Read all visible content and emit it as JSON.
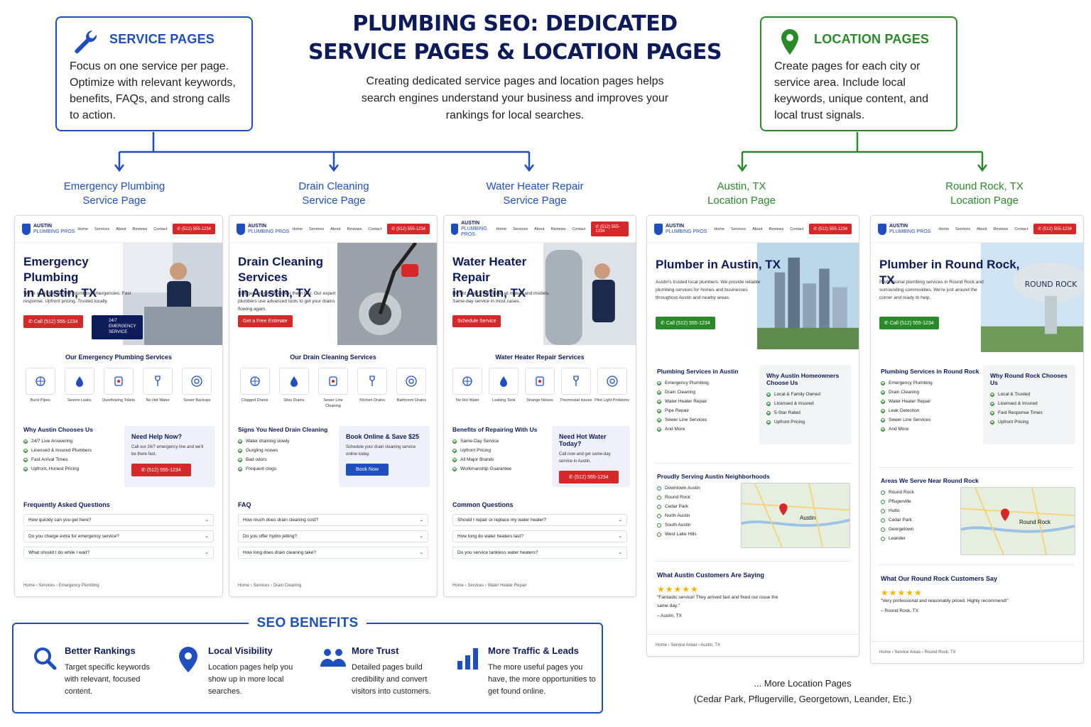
{
  "title": "PLUMBING SEO: DEDICATED SERVICE PAGES & LOCATION PAGES",
  "title_line1": "PLUMBING SEO: DEDICATED",
  "title_line2": "SERVICE PAGES & LOCATION PAGES",
  "subtitle": "Creating dedicated service pages and location pages helps search engines understand your business and improves your rankings for local searches.",
  "colors": {
    "blue": "#1f4fbf",
    "green": "#2a8a2a",
    "navy": "#0d1b5a",
    "red": "#d62828"
  },
  "service_box": {
    "icon": "wrench-icon",
    "heading": "SERVICE PAGES",
    "text": "Focus on one service per page. Optimize with relevant keywords, benefits, FAQs, and strong calls to action."
  },
  "location_box": {
    "icon": "map-pin-icon",
    "heading": "LOCATION PAGES",
    "text": "Create pages for each city or service area. Include local keywords, unique content, and local trust signals."
  },
  "labels": {
    "emergency": [
      "Emergency Plumbing",
      "Service Page"
    ],
    "drain": [
      "Drain Cleaning",
      "Service Page"
    ],
    "heater": [
      "Water Heater Repair",
      "Service Page"
    ],
    "austin": [
      "Austin, TX",
      "Location Page"
    ],
    "roundrock": [
      "Round Rock, TX",
      "Location Page"
    ]
  },
  "nav": {
    "brand1": "AUSTIN",
    "brand2": "PLUMBING PROS",
    "links": [
      "Home",
      "Services",
      "About",
      "Reviews",
      "Contact"
    ],
    "phone": "(512) 555-1234"
  },
  "cards": {
    "emergency": {
      "hero1": "Emergency Plumbing",
      "hero2": "in Austin, TX",
      "text": "We're available 24/7 for plumbing emergencies. Fast response. Upfront pricing. Trusted locally.",
      "cta": "Call (512) 555-1234",
      "badge1": "24/7",
      "badge2": "EMERGENCY",
      "badge3": "SERVICE",
      "services_title": "Our Emergency Plumbing Services",
      "services": [
        "Burst Pipes",
        "Severe Leaks",
        "Overflowing Toilets",
        "No Hot Water",
        "Sewer Backups"
      ],
      "why_title": "Why Austin Chooses Us",
      "why": [
        "24/7 Live Answering",
        "Licensed & Insured Plumbers",
        "Fast Arrival Times",
        "Upfront, Honest Pricing"
      ],
      "help_title": "Need Help Now?",
      "help_text": "Call our 24/7 emergency line and we'll be there fast.",
      "help_btn": "(512) 555-1234",
      "faq_title": "Frequently Asked Questions",
      "faq": [
        "How quickly can you get here?",
        "Do you charge extra for emergency service?",
        "What should I do while I wait?"
      ],
      "crumb": [
        "Home",
        "Services",
        "Emergency Plumbing"
      ]
    },
    "drain": {
      "hero1": "Drain Cleaning Services",
      "hero2": "in Austin, TX",
      "text": "Clogged drains? We clear them fast. Our expert plumbers use advanced tools to get your drains flowing again.",
      "cta": "Get a Free Estimate",
      "services_title": "Our Drain Cleaning Services",
      "services": [
        "Clogged Drains",
        "Slow Drains",
        "Sewer Line Cleaning",
        "Kitchen Drains",
        "Bathroom Drains"
      ],
      "why_title": "Signs You Need Drain Cleaning",
      "why": [
        "Water draining slowly",
        "Gurgling noises",
        "Bad odors",
        "Frequent clogs"
      ],
      "help_title": "Book Online & Save $25",
      "help_text": "Schedule your drain cleaning service online today.",
      "help_btn": "Book Now",
      "faq_title": "FAQ",
      "faq": [
        "How much does drain cleaning cost?",
        "Do you offer hydro jetting?",
        "How long does drain cleaning take?"
      ],
      "crumb": [
        "Home",
        "Services",
        "Drain Cleaning"
      ]
    },
    "heater": {
      "hero1": "Water Heater Repair",
      "hero2": "in Austin, TX",
      "text": "No hot water? We repair all makes and models. Same-day service in most cases.",
      "cta": "Schedule Service",
      "services_title": "Water Heater Repair Services",
      "services": [
        "No Hot Water",
        "Leaking Tank",
        "Strange Noises",
        "Thermostat Issues",
        "Pilot Light Problems"
      ],
      "why_title": "Benefits of Repairing With Us",
      "why": [
        "Same-Day Service",
        "Upfront Pricing",
        "All Major Brands",
        "Workmanship Guarantee"
      ],
      "help_title": "Need Hot Water Today?",
      "help_text": "Call now and get same-day service in Austin.",
      "help_btn": "(512) 555-1234",
      "faq_title": "Common Questions",
      "faq": [
        "Should I repair or replace my water heater?",
        "How long do water heaters last?",
        "Do you service tankless water heaters?"
      ],
      "crumb": [
        "Home",
        "Services",
        "Water Heater Repair"
      ]
    },
    "austin": {
      "hero1": "Plumber in Austin, TX",
      "text": "Austin's trusted local plumbers. We provide reliable plumbing services for homes and businesses throughout Austin and nearby areas.",
      "cta": "Call (512) 555-1234",
      "svc_title": "Plumbing Services in Austin",
      "svc": [
        "Emergency Plumbing",
        "Drain Cleaning",
        "Water Heater Repair",
        "Pipe Repair",
        "Sewer Line Services",
        "And More"
      ],
      "why_title": "Why Austin Homeowners Choose Us",
      "why": [
        "Local & Family Owned",
        "Licensed & Insured",
        "5-Star Rated",
        "Upfront Pricing"
      ],
      "areas_title": "Proudly Serving Austin Neighborhoods",
      "areas": [
        "Downtown Austin",
        "Round Rock",
        "Cedar Park",
        "North Austin",
        "South Austin",
        "West Lake Hills"
      ],
      "map_label": "Austin",
      "rev_title": "What Austin Customers Are Saying",
      "rev_text": "\"Fantastic service! They arrived fast and fixed our issue the same day.\"",
      "rev_author": "– Austin, TX",
      "crumb": [
        "Home",
        "Service Areas",
        "Austin, TX"
      ]
    },
    "roundrock": {
      "hero1": "Plumber in Round Rock, TX",
      "text": "Professional plumbing services in Round Rock and surrounding communities. We're just around the corner and ready to help.",
      "cta": "Call (512) 555-1234",
      "tower": "ROUND ROCK",
      "svc_title": "Plumbing Services in Round Rock",
      "svc": [
        "Emergency Plumbing",
        "Drain Cleaning",
        "Water Heater Repair",
        "Leak Detection",
        "Sewer Line Services",
        "And More"
      ],
      "why_title": "Why Round Rock Chooses Us",
      "why": [
        "Local & Trusted",
        "Licensed & Insured",
        "Fast Response Times",
        "Upfront Pricing"
      ],
      "areas_title": "Areas We Serve Near Round Rock",
      "areas": [
        "Round Rock",
        "Pflugerville",
        "Hutto",
        "Cedar Park",
        "Georgetown",
        "Leander"
      ],
      "map_label": "Round Rock",
      "rev_title": "What Our Round Rock Customers Say",
      "rev_text": "\"Very professional and reasonably priced. Highly recommend!\"",
      "rev_author": "– Round Rock, TX",
      "crumb": [
        "Home",
        "Service Areas",
        "Round Rock, TX"
      ]
    }
  },
  "benefits": {
    "heading": "SEO BENEFITS",
    "items": [
      {
        "icon": "magnifier-icon",
        "title": "Better Rankings",
        "text": "Target specific keywords with relevant, focused content."
      },
      {
        "icon": "map-pin-icon",
        "title": "Local Visibility",
        "text": "Location pages help you show up in more local searches."
      },
      {
        "icon": "people-icon",
        "title": "More Trust",
        "text": "Detailed pages build credibility and convert visitors into customers."
      },
      {
        "icon": "bar-chart-icon",
        "title": "More Traffic & Leads",
        "text": "The more useful pages you have, the more opportunities to get found online."
      }
    ]
  },
  "more": {
    "line1": "... More Location Pages",
    "line2": "(Cedar Park, Pflugerville, Georgetown, Leander, Etc.)"
  }
}
